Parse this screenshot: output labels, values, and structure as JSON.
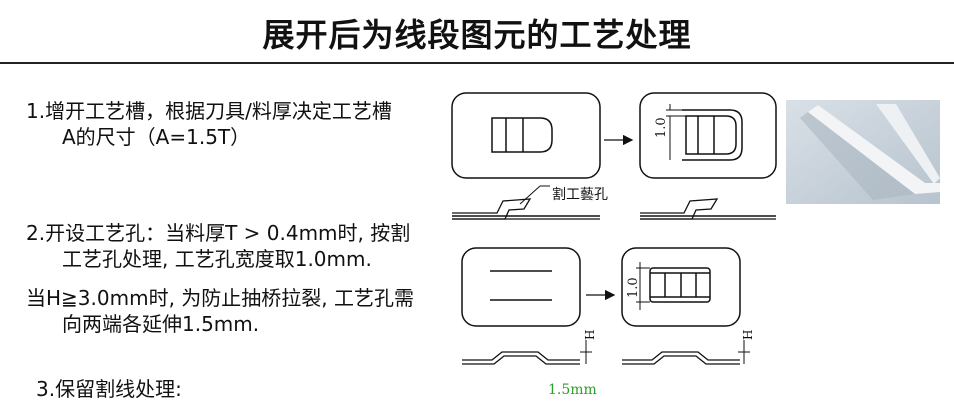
{
  "title": "展开后为线段图元的工艺处理",
  "steps": {
    "step1_line1": "1.增开工艺槽，根据刀具/料厚决定工艺槽",
    "step1_line2": "A的尺寸（A=1.5T）",
    "step2_line1": "2.开设工艺孔：当料厚T > 0.4mm时, 按割",
    "step2_line2": "工艺孔处理, 工艺孔宽度取1.0mm.",
    "step2_line3": "当H≧3.0mm时, 为防止抽桥拉裂, 工艺孔需",
    "step2_line4": "向两端各延伸1.5mm.",
    "step3_line1": "3.保留割线处理:"
  },
  "diagram": {
    "cut_hole_label": "割工藝孔",
    "dim_top": "1.0",
    "dim_bottom": "1.0",
    "h_label_top": "H",
    "h_label_bottom": "H",
    "extend_label": "1.5mm"
  },
  "colors": {
    "extend_label": "#2ca02c",
    "render_plate": "#c9d3dc"
  }
}
